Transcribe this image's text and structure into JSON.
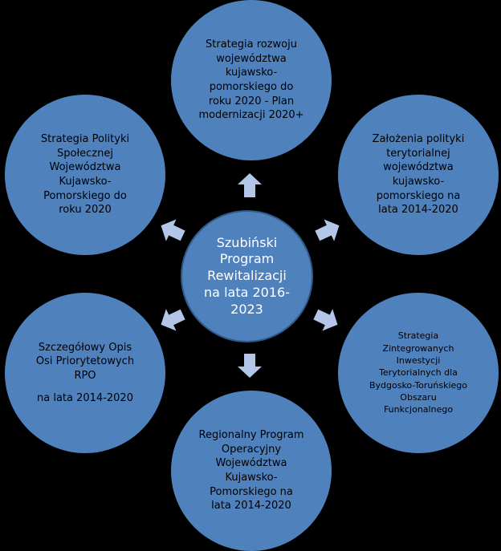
{
  "colors": {
    "background": "#000000",
    "circle_fill": "#4f81bd",
    "arrow_fill": "#b3c6e7",
    "outer_text": "#000000",
    "center_text": "#ffffff"
  },
  "center": {
    "lines": [
      "Szubiński",
      "Program",
      "Rewitalizacji",
      "na lata 2016-",
      "2023"
    ]
  },
  "nodes": {
    "top": {
      "lines": [
        "Strategia rozwoju",
        "województwa",
        "kujawsko-",
        "pomorskiego do",
        "roku 2020 - Plan",
        "modernizacji 2020+"
      ]
    },
    "upper_right": {
      "lines": [
        "Założenia polityki",
        "terytorialnej",
        "województwa",
        "kujawsko-",
        "pomorskiego na",
        "lata 2014-2020"
      ]
    },
    "lower_right": {
      "lines": [
        "Strategia",
        "Zintegrowanych",
        "Inwestycji",
        "Terytorialnych dla",
        "Bydgosko-Toruńskiego",
        "Obszaru",
        "Funkcjonalnego"
      ]
    },
    "bottom": {
      "lines": [
        "Regionalny Program",
        "Operacyjny",
        "Województwa",
        "Kujawsko-",
        "Pomorskiego na",
        "lata 2014-2020"
      ]
    },
    "lower_left": {
      "lines": [
        "Szczegółowy Opis",
        "Osi Priorytetowych",
        "RPO"
      ],
      "lines_after_gap": [
        "na lata 2014-2020"
      ]
    },
    "upper_left": {
      "lines": [
        "Strategia Polityki",
        "Społecznej",
        "Województwa",
        "Kujawsko-",
        "Pomorskiego do",
        "roku 2020"
      ]
    }
  }
}
